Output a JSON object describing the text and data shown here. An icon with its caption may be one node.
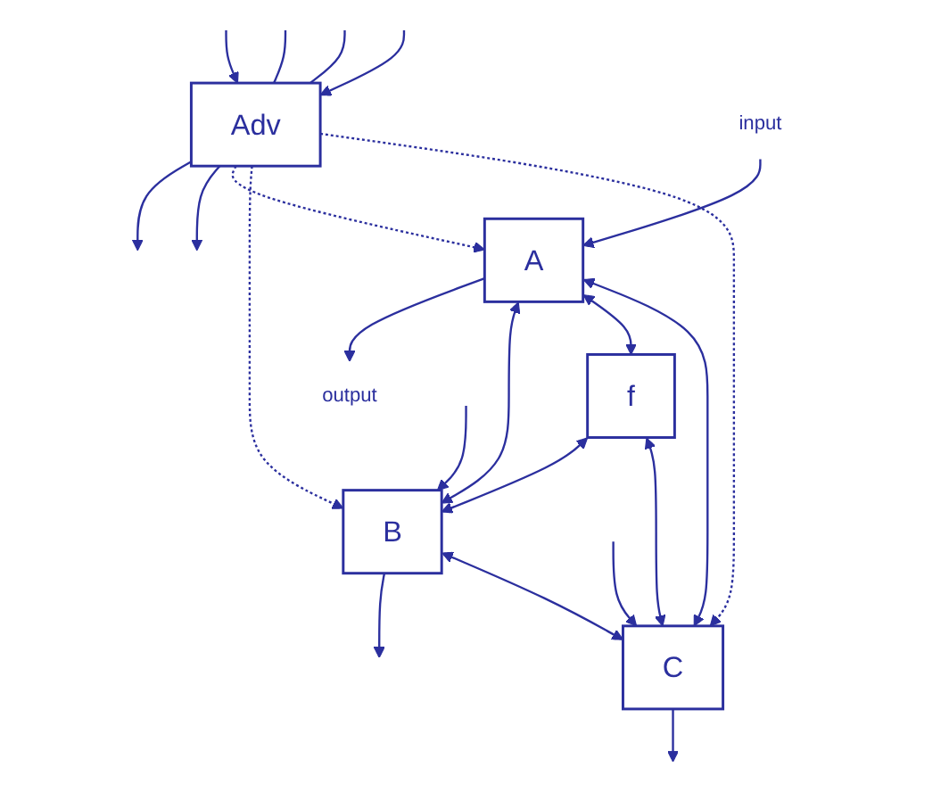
{
  "diagram": {
    "nodes": [
      {
        "text": [
          "Adv"
        ]
      },
      {
        "text": [
          "A"
        ]
      },
      {
        "text": [
          "B"
        ]
      },
      {
        "text": [
          "f"
        ]
      },
      {
        "text": [
          "C"
        ]
      },
      {
        "text": [
          "input"
        ]
      },
      {
        "text": [
          "output"
        ]
      }
    ],
    "edges": [
      {
        "from": null,
        "to": 0,
        "arrow": "to"
      },
      {
        "from": 0,
        "to": null,
        "arrow": "to"
      },
      {
        "from": null,
        "to": 0,
        "arrow": "none"
      },
      {
        "from": null,
        "to": 0,
        "arrow": "none"
      },
      {
        "from": null,
        "to": 0,
        "arrow": "to"
      },
      {
        "from": 0,
        "to": null,
        "arrow": "to"
      },
      {
        "from": 0,
        "to": 1,
        "arrow": "to",
        "style": "dashed"
      },
      {
        "from": 0,
        "to": 2,
        "arrow": "to",
        "style": "dashed"
      },
      {
        "from": 0,
        "to": 4,
        "arrow": "to",
        "style": "dashed"
      },
      {
        "from": 5,
        "to": 1,
        "arrow": "to"
      },
      {
        "from": 1,
        "to": 6,
        "arrow": "to"
      },
      {
        "from": 1,
        "to": 2,
        "arrow": "both"
      },
      {
        "from": null,
        "to": 2,
        "arrow": "to"
      },
      {
        "from": 1,
        "to": 3,
        "arrow": "both"
      },
      {
        "from": 3,
        "to": 2,
        "arrow": "both"
      },
      {
        "from": 2,
        "to": null,
        "arrow": "to"
      },
      {
        "from": 1,
        "to": 4,
        "arrow": "both"
      },
      {
        "from": 3,
        "to": 4,
        "arrow": "both"
      },
      {
        "from": 2,
        "to": 4,
        "arrow": "both"
      },
      {
        "from": null,
        "to": 4,
        "arrow": "to"
      },
      {
        "from": 4,
        "to": null,
        "arrow": "to"
      }
    ]
  }
}
